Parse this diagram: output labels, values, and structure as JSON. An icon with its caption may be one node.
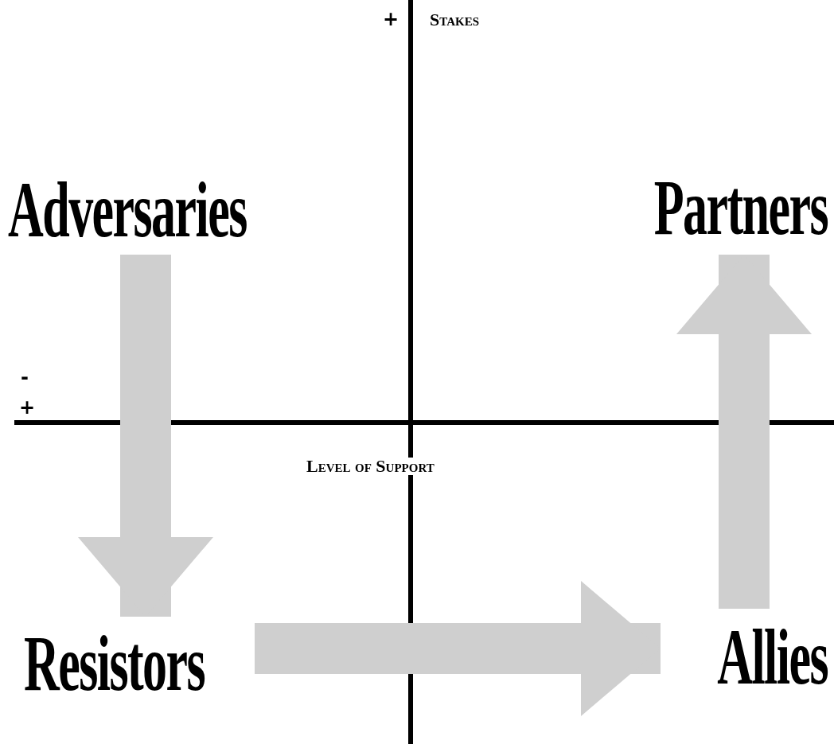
{
  "diagram": {
    "nodes": [
      {
        "text": [
          "Adversaries"
        ]
      },
      {
        "text": [
          "Partners"
        ]
      },
      {
        "text": [
          "Resistors"
        ]
      },
      {
        "text": [
          "Allies"
        ]
      }
    ],
    "edges": [
      {
        "from": 0,
        "to": 2,
        "arrow": "to"
      },
      {
        "from": 2,
        "to": 3,
        "arrow": "to"
      },
      {
        "from": 3,
        "to": 1,
        "arrow": "to"
      }
    ],
    "labels": [
      "+",
      "Stakes",
      "-",
      "+",
      "Level of Support"
    ]
  }
}
